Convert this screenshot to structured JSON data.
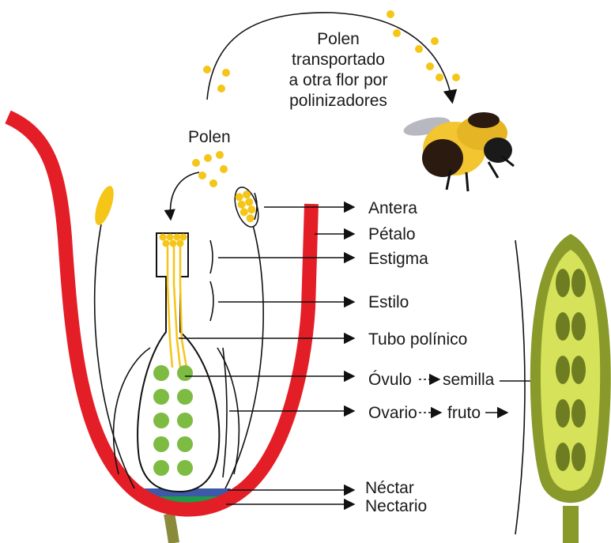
{
  "labels": {
    "transport_line1": "Polen",
    "transport_line2": "transportado",
    "transport_line3": "a otra flor por",
    "transport_line4": "polinizadores",
    "pollen": "Polen",
    "anther": "Antera",
    "petal": "Pétalo",
    "stigma": "Estigma",
    "style": "Estilo",
    "pollen_tube": "Tubo polínico",
    "ovule": "Óvulo",
    "seed": "semilla",
    "ovary": "Ovario",
    "fruit": "fruto",
    "nectar": "Néctar",
    "nectary": "Nectario"
  },
  "colors": {
    "petal": "#e41e26",
    "pollen": "#f5c517",
    "ovule": "#7dbb42",
    "nectar": "#3d5aa8",
    "nectary": "#1f9a48",
    "fruit_outer": "#8a9a2a",
    "fruit_inner": "#d6e25a",
    "seeds": "#6f7d22",
    "stem": "#8a8a3a"
  },
  "icons": {
    "bee": "bee-icon"
  }
}
